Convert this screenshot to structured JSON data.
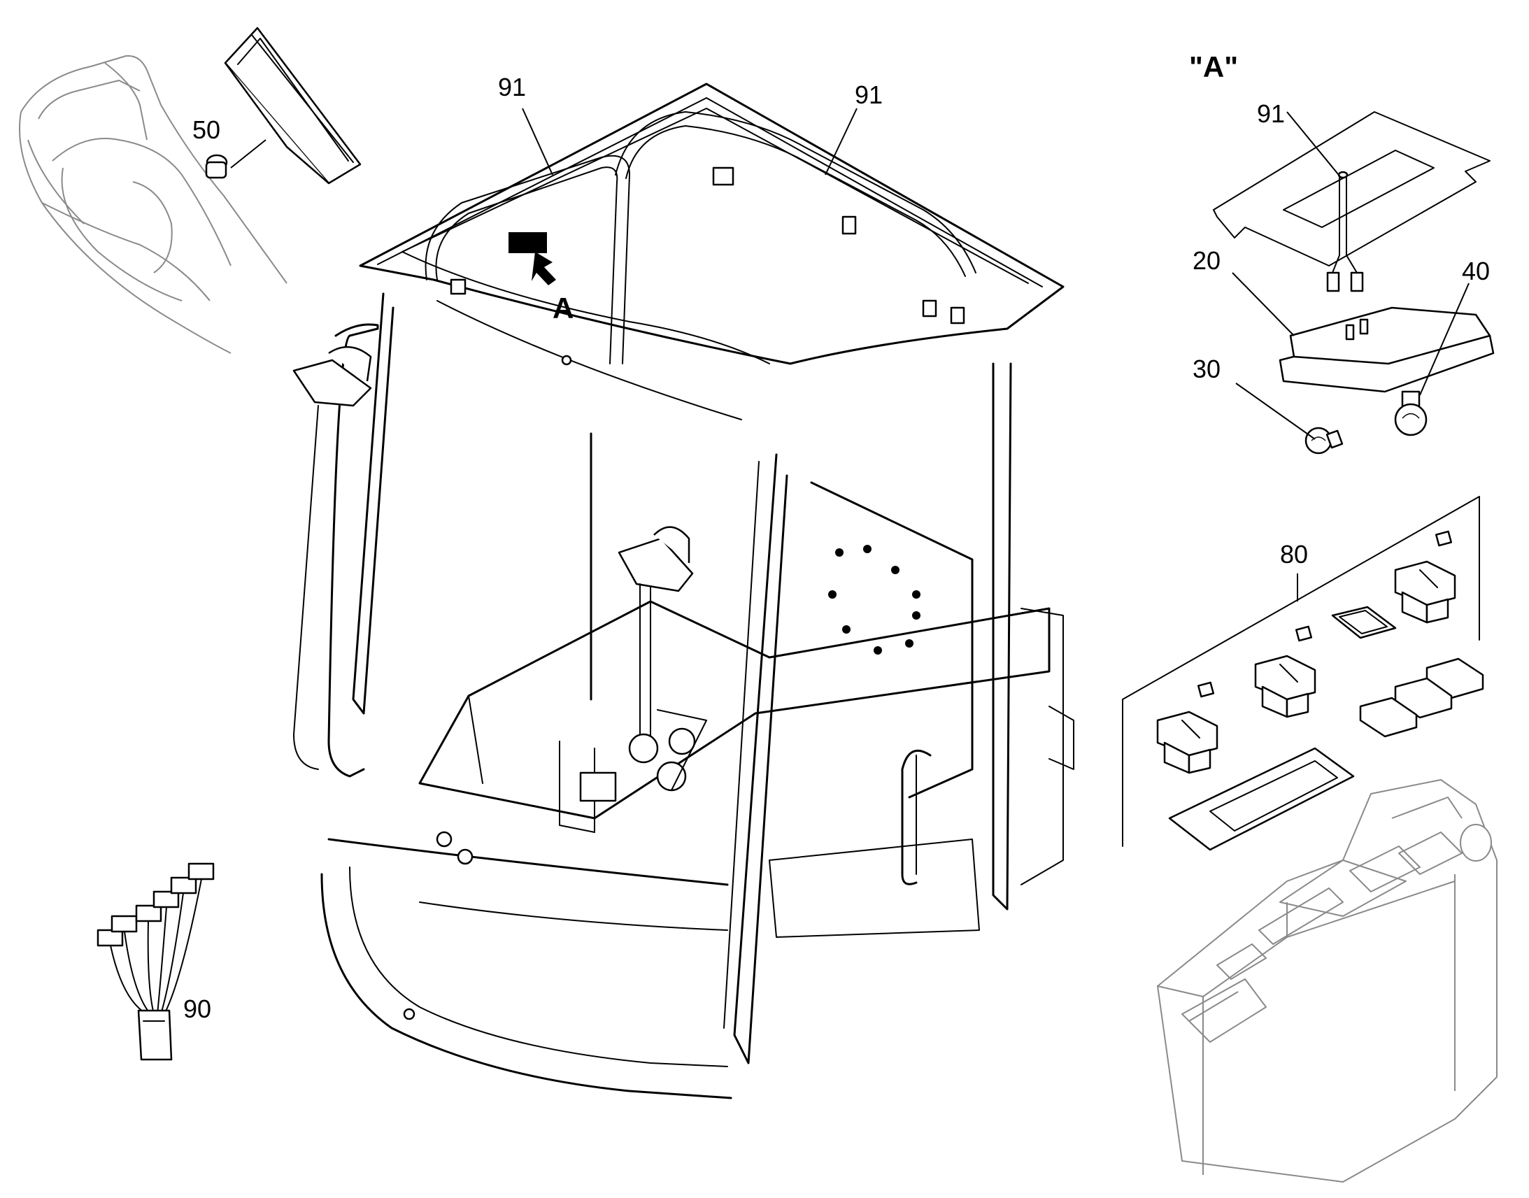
{
  "diagram": {
    "detail_title": "\"A\"",
    "detail_marker": "A",
    "callouts": {
      "c50": "50",
      "c91_left": "91",
      "c91_right": "91",
      "c91_detail": "91",
      "c20": "20",
      "c40": "40",
      "c30": "30",
      "c80": "80",
      "c90": "90"
    }
  }
}
